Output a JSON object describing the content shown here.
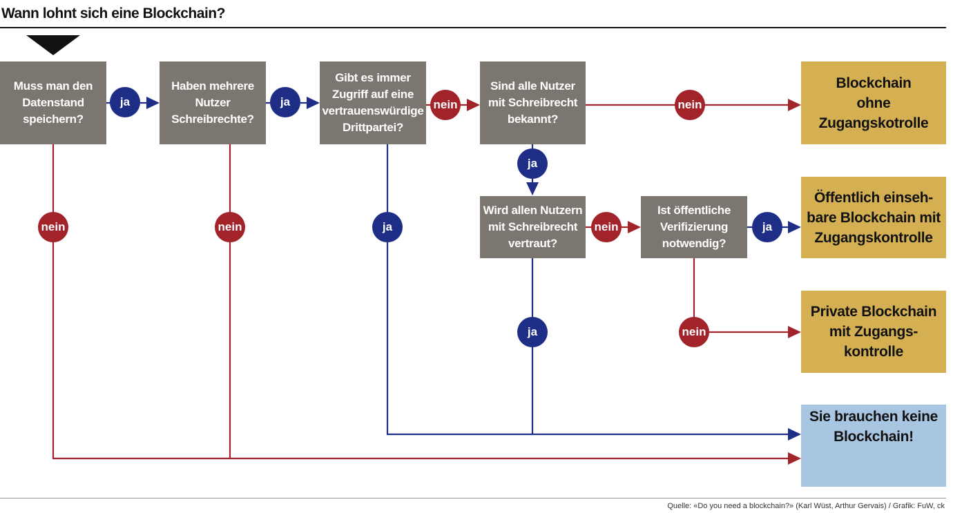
{
  "title": "Wann lohnt sich eine Blockchain?",
  "source": "Quelle: «Do you need a blockchain?» (Karl Wüst, Arthur Gervais) / Grafik: FuW, ck",
  "labels": {
    "yes": "ja",
    "no": "nein"
  },
  "questions": {
    "q1": "Muss man den\nDatenstand\nspeichern?",
    "q2": "Haben mehrere\nNutzer\nSchreibrechte?",
    "q3": "Gibt es immer\nZugriff auf eine\nvertrauenswürdige\nDrittpartei?",
    "q4": "Sind alle Nutzer\nmit Schreibrecht\nbekannt?",
    "q5": "Wird allen Nutzern\nmit Schreibrecht\nvertraut?",
    "q6": "Ist öffentliche\nVerifizierung\nnotwendig?"
  },
  "results": {
    "r1": "Blockchain\nohne\nZugangskotrolle",
    "r2": "Öffentlich einseh-\nbare Blockchain mit\nZugangskontrolle",
    "r3": "Private Blockchain\nmit  Zugangs-\nkontrolle",
    "r4": "Sie brauchen keine\nBlockchain!"
  },
  "colors": {
    "question_box": "#7b7670",
    "result_gold": "#d5b053",
    "result_blue": "#a8c5e1",
    "yes": "#1e2d86",
    "no": "#a3232a"
  }
}
